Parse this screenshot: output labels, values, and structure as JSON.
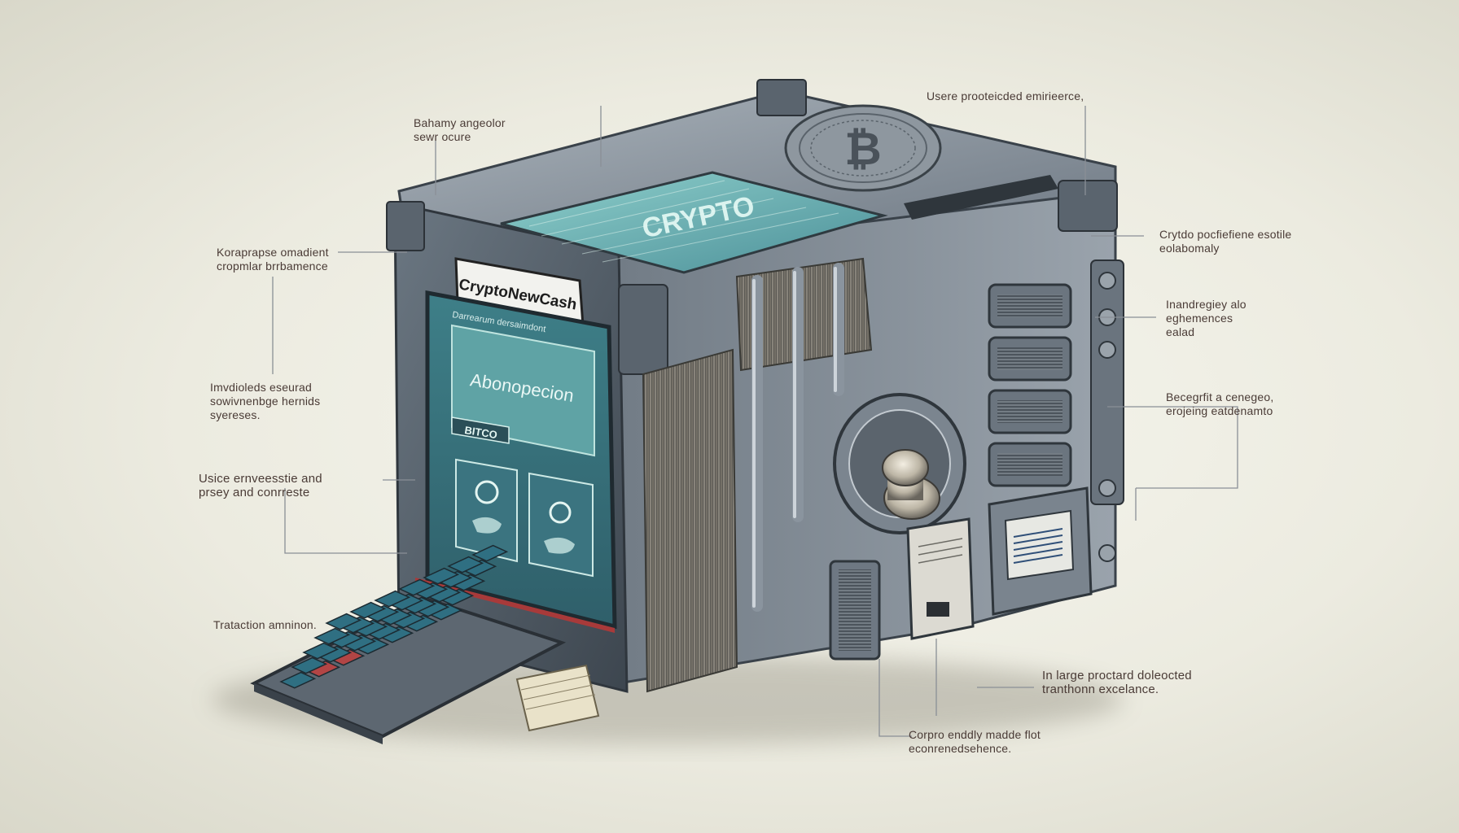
{
  "brand_label": "CryptoNewCash",
  "screen": {
    "header_small": "Darrearum dersaimdont",
    "main_text": "Abonopecion",
    "tag_text": "BITCO",
    "top_panel_text": "CRYPTO"
  },
  "callouts": [
    {
      "id": "c1",
      "text": "Bahamy angeolor\nsewr ocure"
    },
    {
      "id": "c2",
      "text": "Usere prooteicded emirieerce,"
    },
    {
      "id": "c3",
      "text": "Koraprapse omadient\ncropmlar brrbamence"
    },
    {
      "id": "c4",
      "text": "Crytdo pocfiefiene esotile\neolabomaly"
    },
    {
      "id": "c5",
      "text": "Imvdioleds eseurad\nsowivnenbge hernids\nsyereses."
    },
    {
      "id": "c6",
      "text": "Inandregiey alo\neghemences\nealad"
    },
    {
      "id": "c7",
      "text": "Becegrfit a cenegeo,\nerojeing eatdenamto"
    },
    {
      "id": "c8",
      "text": "Usice ernveesstie and\nprsey and conrreste"
    },
    {
      "id": "c9",
      "text": "Trataction amninon."
    },
    {
      "id": "c10",
      "text": "In large proctard doleocted\ntranthonn excelance."
    },
    {
      "id": "c11",
      "text": "Corpro enddly madde flot\neconrenedsehence."
    }
  ],
  "colors": {
    "metal_dark": "#4b5560",
    "metal_mid": "#7d8893",
    "metal_light": "#b6bec6",
    "screen": "#3f8f96",
    "screen_glow": "#7fc8c7",
    "accent_red": "#a83a3a",
    "line": "#8a8f96"
  }
}
